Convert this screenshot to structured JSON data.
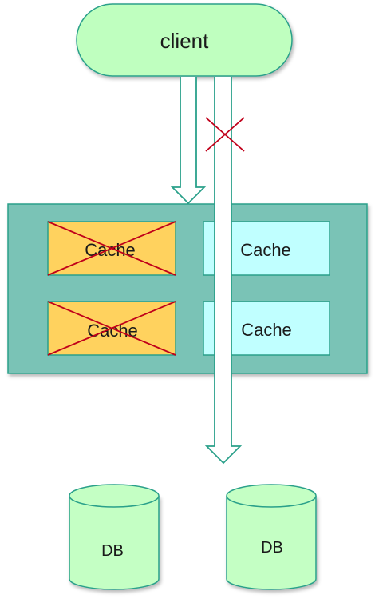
{
  "client": {
    "label": "client"
  },
  "cluster": {
    "caches": [
      {
        "label": "Cache",
        "failed": true
      },
      {
        "label": "Cache",
        "failed": false
      },
      {
        "label": "Cache",
        "failed": true
      },
      {
        "label": "Cache",
        "failed": false
      }
    ]
  },
  "databases": [
    {
      "label": "DB"
    },
    {
      "label": "DB"
    }
  ],
  "colors": {
    "client_fill": "#bfffbf",
    "stroke": "#2aa08a",
    "cluster_fill": "#7ac3b6",
    "failed_cache_fill": "#ffd25e",
    "cache_fill": "#c0ffff",
    "db_fill": "#c4ffc4",
    "cross": "#c0001a"
  }
}
